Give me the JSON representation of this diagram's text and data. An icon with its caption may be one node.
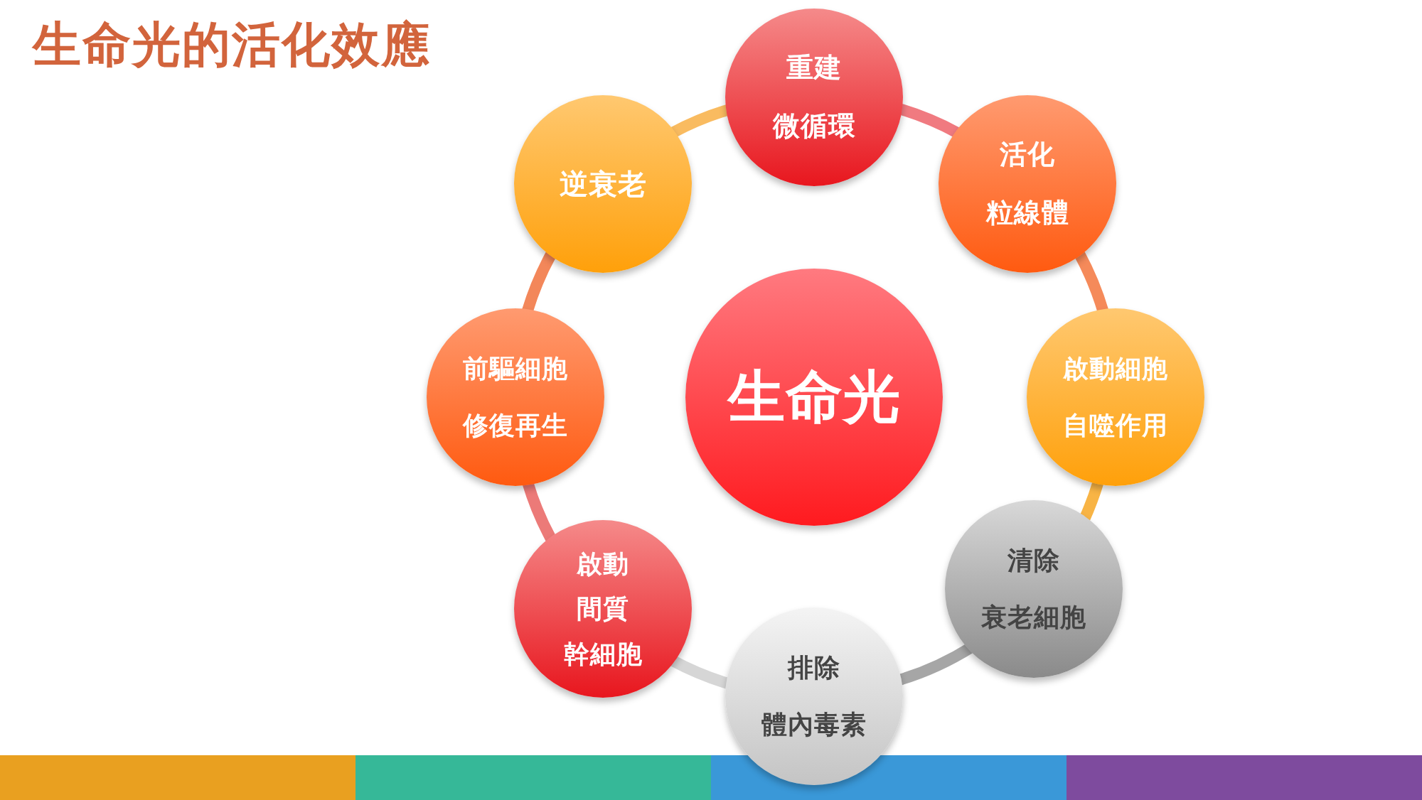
{
  "diagram": {
    "title": "生命光的活化效應",
    "nodes": [
      {
        "text": [
          "生命光"
        ]
      },
      {
        "text": [
          "重建",
          "微循環"
        ]
      },
      {
        "text": [
          "活化",
          "粒線體"
        ]
      },
      {
        "text": [
          "啟動細胞",
          "自噬作用"
        ]
      },
      {
        "text": [
          "清除",
          "衰老細胞"
        ]
      },
      {
        "text": [
          "排除",
          "體內毒素"
        ]
      },
      {
        "text": [
          "啟動",
          "間質",
          "幹細胞"
        ]
      },
      {
        "text": [
          "前驅細胞",
          "修復再生"
        ]
      },
      {
        "text": [
          "逆衰老"
        ]
      }
    ],
    "edges": [
      {
        "from": 1,
        "to": 2,
        "arrow": "none",
        "color": "#f07a80"
      },
      {
        "from": 2,
        "to": 3,
        "arrow": "none",
        "color": "#f58a5a"
      },
      {
        "from": 3,
        "to": 4,
        "arrow": "none",
        "color": "#f8b445"
      },
      {
        "from": 4,
        "to": 5,
        "arrow": "none",
        "color": "#a6a6a6"
      },
      {
        "from": 5,
        "to": 6,
        "arrow": "none",
        "color": "#d6d6d6"
      },
      {
        "from": 6,
        "to": 7,
        "arrow": "none",
        "color": "#ec7a78"
      },
      {
        "from": 7,
        "to": 8,
        "arrow": "none",
        "color": "#f3875a"
      },
      {
        "from": 8,
        "to": 1,
        "arrow": "none",
        "color": "#f9bb60"
      }
    ]
  }
}
